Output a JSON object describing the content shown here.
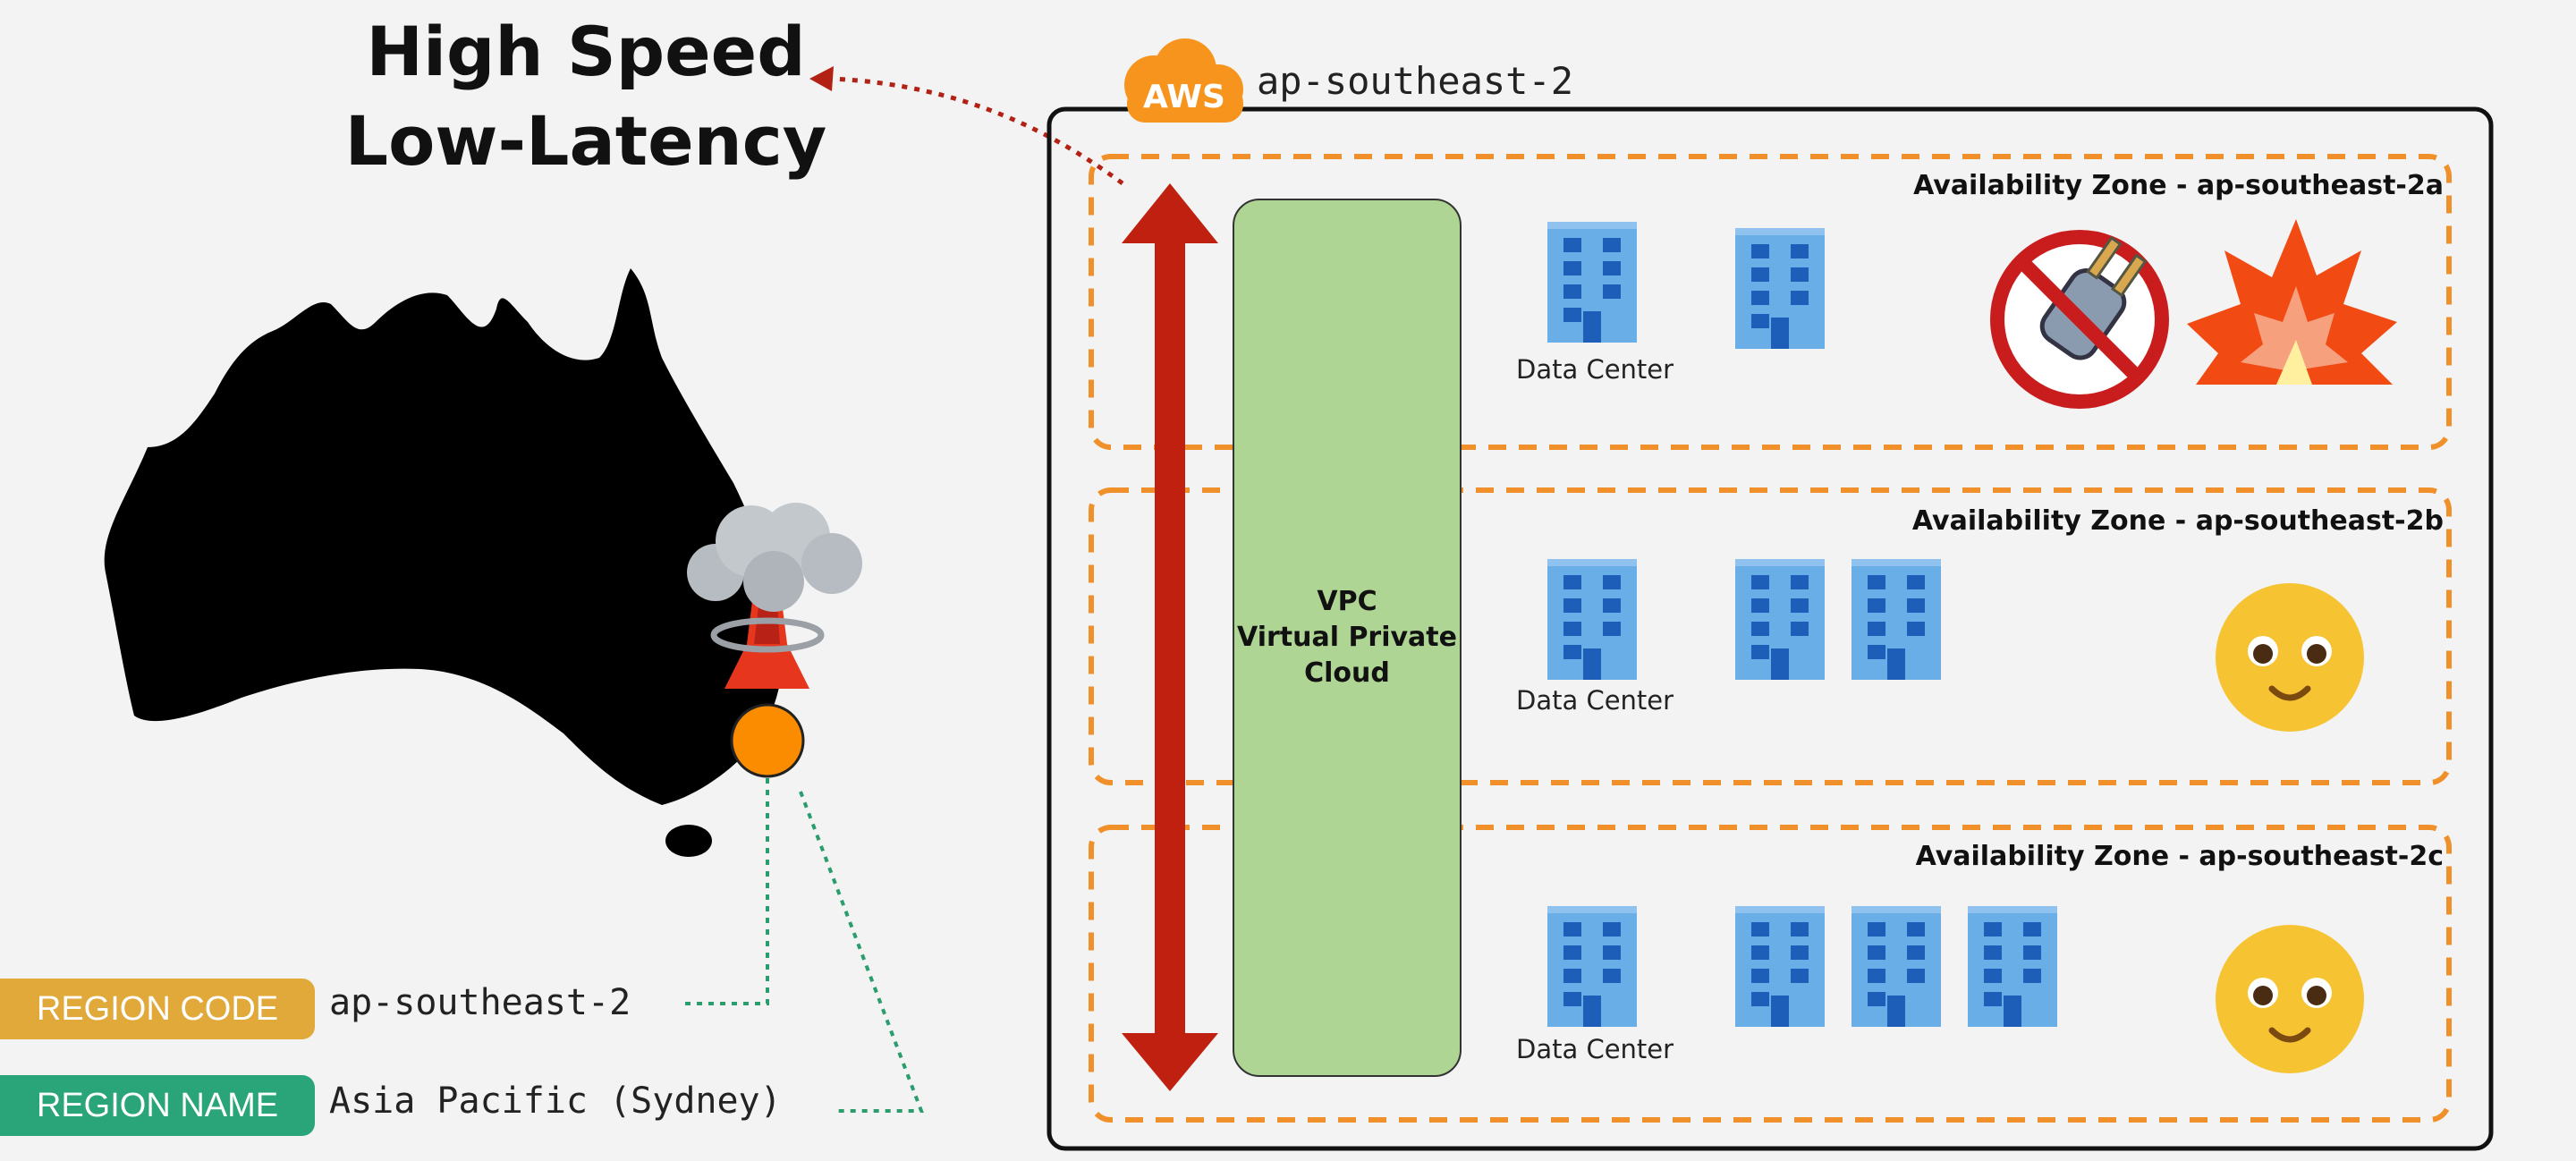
{
  "title": {
    "line1": "High Speed",
    "line2": "Low-Latency"
  },
  "aws": {
    "logo_text": "AWS",
    "region": "ap-southeast-2"
  },
  "zones": [
    {
      "label": "Availability Zone - ap-southeast-2a",
      "dc_label": "Data Center",
      "building_count": 2,
      "status": "outage",
      "status_icons": [
        "no-power-icon",
        "explosion-icon"
      ]
    },
    {
      "label": "Availability Zone - ap-southeast-2b",
      "dc_label": "Data Center",
      "building_count": 3,
      "status": "ok",
      "status_icons": [
        "smiley-face-icon"
      ]
    },
    {
      "label": "Availability Zone - ap-southeast-2c",
      "dc_label": "Data Center",
      "building_count": 4,
      "status": "ok",
      "status_icons": [
        "smiley-face-icon"
      ]
    }
  ],
  "vpc": {
    "line1": "VPC",
    "line2": "Virtual Private",
    "line3": "Cloud"
  },
  "region_code": {
    "label": "REGION CODE",
    "value": "ap-southeast-2"
  },
  "region_name": {
    "label": "REGION NAME",
    "value": "Asia Pacific (Sydney)"
  },
  "colors": {
    "aws_orange": "#f7941d",
    "az_dash": "#f0902a",
    "arrow_red": "#c0200f",
    "vpc_green": "#aed594",
    "region_code_pill": "#e0a93a",
    "region_name_pill": "#2aa57a",
    "building_blue": "#6aaee8",
    "smiley_yellow": "#f6c432"
  }
}
